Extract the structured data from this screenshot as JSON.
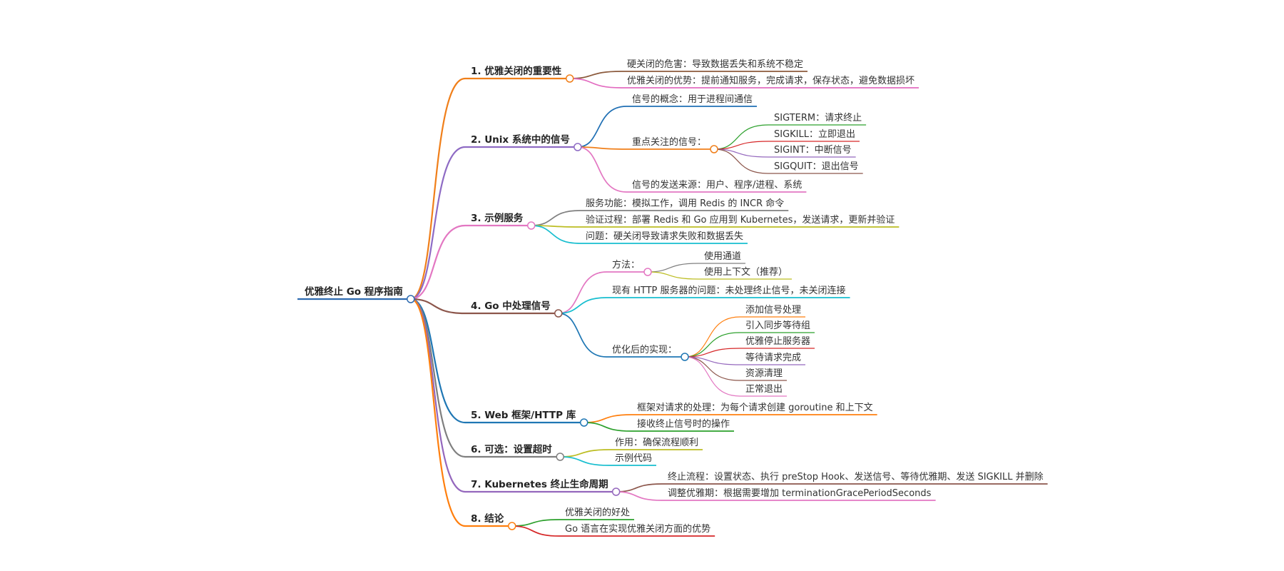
{
  "root": {
    "label": "优雅终止 Go 程序指南",
    "color": "#2e6bb0"
  },
  "branches": [
    {
      "id": "b1",
      "label": "1. 优雅关闭的重要性",
      "color": "#f07f1a",
      "children": [
        {
          "id": "b1c1",
          "label": "硬关闭的危害：导致数据丢失和系统不稳定",
          "color": "#8b5a3c"
        },
        {
          "id": "b1c2",
          "label": "优雅关闭的优势：提前通知服务，完成请求，保存状态，避免数据损坏",
          "color": "#e26bc0"
        }
      ]
    },
    {
      "id": "b2",
      "label": "2. Unix 系统中的信号",
      "color": "#8e6bc4",
      "children": [
        {
          "id": "b2c1",
          "label": "信号的概念：用于进程间通信",
          "color": "#1f6fb4"
        },
        {
          "id": "b2c2",
          "label": "重点关注的信号：",
          "color": "#f07f1a",
          "children": [
            {
              "id": "b2c2a",
              "label": "SIGTERM：请求终止",
              "color": "#2ca02c"
            },
            {
              "id": "b2c2b",
              "label": "SIGKILL：立即退出",
              "color": "#d62728"
            },
            {
              "id": "b2c2c",
              "label": "SIGINT：中断信号",
              "color": "#9467bd"
            },
            {
              "id": "b2c2d",
              "label": "SIGQUIT：退出信号",
              "color": "#8c564b"
            }
          ]
        },
        {
          "id": "b2c3",
          "label": "信号的发送来源：用户、程序/进程、系统",
          "color": "#e377c2"
        }
      ]
    },
    {
      "id": "b3",
      "label": "3. 示例服务",
      "color": "#e377c2",
      "children": [
        {
          "id": "b3c1",
          "label": "服务功能：模拟工作，调用 Redis 的 INCR 命令",
          "color": "#7f7f7f"
        },
        {
          "id": "b3c2",
          "label": "验证过程：部署 Redis 和 Go 应用到 Kubernetes，发送请求，更新并验证",
          "color": "#bcbd22"
        },
        {
          "id": "b3c3",
          "label": "问题：硬关闭导致请求失败和数据丢失",
          "color": "#17becf"
        }
      ]
    },
    {
      "id": "b4",
      "label": "4. Go 中处理信号",
      "color": "#8c564b",
      "children": [
        {
          "id": "b4c1",
          "label": "方法：",
          "color": "#e377c2",
          "children": [
            {
              "id": "b4c1a",
              "label": "使用通道",
              "color": "#7f7f7f"
            },
            {
              "id": "b4c1b",
              "label": "使用上下文（推荐）",
              "color": "#bcbd22"
            }
          ]
        },
        {
          "id": "b4c2",
          "label": "现有 HTTP 服务器的问题：未处理终止信号，未关闭连接",
          "color": "#17becf"
        },
        {
          "id": "b4c3",
          "label": "优化后的实现：",
          "color": "#1f77b4",
          "children": [
            {
              "id": "b4c3a",
              "label": "添加信号处理",
              "color": "#ff7f0e"
            },
            {
              "id": "b4c3b",
              "label": "引入同步等待组",
              "color": "#2ca02c"
            },
            {
              "id": "b4c3c",
              "label": "优雅停止服务器",
              "color": "#d62728"
            },
            {
              "id": "b4c3d",
              "label": "等待请求完成",
              "color": "#9467bd"
            },
            {
              "id": "b4c3e",
              "label": "资源清理",
              "color": "#8c564b"
            },
            {
              "id": "b4c3f",
              "label": "正常退出",
              "color": "#e377c2"
            }
          ]
        }
      ]
    },
    {
      "id": "b5",
      "label": "5. Web 框架/HTTP 库",
      "color": "#1f77b4",
      "children": [
        {
          "id": "b5c1",
          "label": "框架对请求的处理：为每个请求创建 goroutine 和上下文",
          "color": "#ff7f0e"
        },
        {
          "id": "b5c2",
          "label": "接收终止信号时的操作",
          "color": "#2ca02c"
        }
      ]
    },
    {
      "id": "b6",
      "label": "6. 可选：设置超时",
      "color": "#7f7f7f",
      "children": [
        {
          "id": "b6c1",
          "label": "作用：确保流程顺利",
          "color": "#bcbd22"
        },
        {
          "id": "b6c2",
          "label": "示例代码",
          "color": "#17becf"
        }
      ]
    },
    {
      "id": "b7",
      "label": "7. Kubernetes 终止生命周期",
      "color": "#9467bd",
      "children": [
        {
          "id": "b7c1",
          "label": "终止流程：设置状态、执行 preStop Hook、发送信号、等待优雅期、发送 SIGKILL 并删除",
          "color": "#8c564b"
        },
        {
          "id": "b7c2",
          "label": "调整优雅期：根据需要增加 terminationGracePeriodSeconds",
          "color": "#e377c2"
        }
      ]
    },
    {
      "id": "b8",
      "label": "8. 结论",
      "color": "#ff7f0e",
      "children": [
        {
          "id": "b8c1",
          "label": "优雅关闭的好处",
          "color": "#2ca02c"
        },
        {
          "id": "b8c2",
          "label": "Go 语言在实现优雅关闭方面的优势",
          "color": "#d62728"
        }
      ]
    }
  ]
}
